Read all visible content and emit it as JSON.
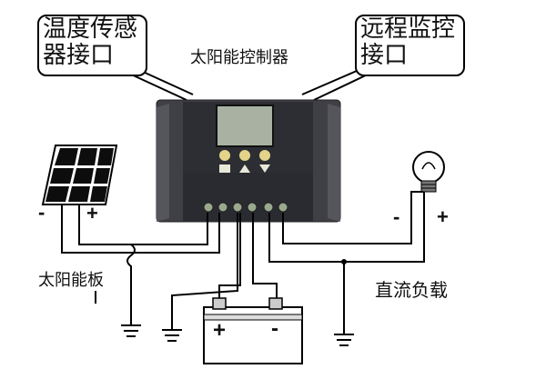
{
  "title": "太阳能控制器",
  "callouts": {
    "left": {
      "line1": "温度传感",
      "line2": "器接口"
    },
    "right": {
      "line1": "远程监控",
      "line2": "接口"
    }
  },
  "labels": {
    "solar_panel": "太阳能板",
    "dc_load": "直流负载"
  },
  "signs": {
    "panel_negative": "-",
    "panel_positive": "+",
    "load_negative": "-",
    "load_positive": "+",
    "battery_positive": "+",
    "battery_negative": "-"
  },
  "controller": {
    "button_icons": [
      "L1-icon",
      "up-icon",
      "down-icon"
    ]
  },
  "colors": {
    "controller_body": "#3f3f45",
    "controller_front": "#2d2e33",
    "lcd": "#a9b2a2",
    "buttons": "#e3d48a",
    "terminals": "#9aa88e",
    "wire": "#000000"
  }
}
